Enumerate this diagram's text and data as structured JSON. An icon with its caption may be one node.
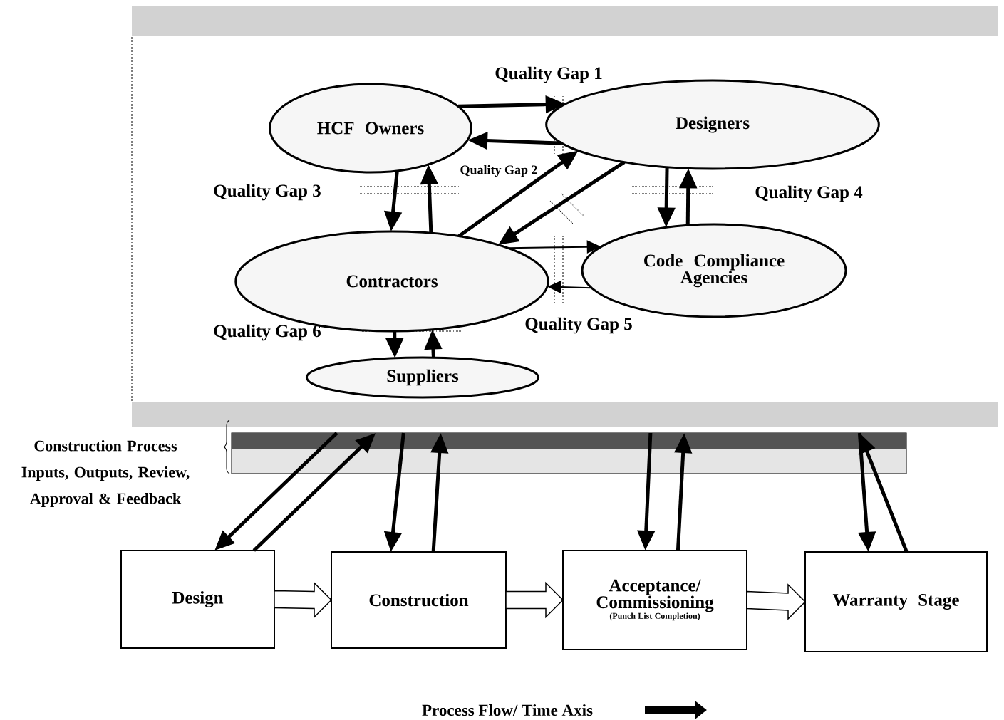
{
  "diagram": {
    "nodes": [
      {
        "text": [
          "HCF Owners"
        ]
      },
      {
        "text": [
          "Designers"
        ]
      },
      {
        "text": [
          "Contractors"
        ]
      },
      {
        "text": [
          "Code Compliance Agencies"
        ]
      },
      {
        "text": [
          "Suppliers"
        ]
      },
      {
        "text": [],
        "shape": "bar",
        "beside": [
          "Construction Process Inputs, Outputs, Review, Approval & Feedback"
        ]
      },
      {
        "text": [
          "Design"
        ]
      },
      {
        "text": [
          "Construction"
        ]
      },
      {
        "text": [
          "Acceptance/ Commissioning",
          "(Punch List Completion)"
        ]
      },
      {
        "text": [
          "Warranty Stage"
        ]
      }
    ],
    "edges": [
      {
        "from": 0,
        "to": 1,
        "arrow": "to"
      },
      {
        "from": 1,
        "to": 0,
        "arrow": "to"
      },
      {
        "from": 0,
        "to": 2,
        "arrow": "to"
      },
      {
        "from": 2,
        "to": 0,
        "arrow": "to"
      },
      {
        "from": 2,
        "to": 1,
        "arrow": "to"
      },
      {
        "from": 1,
        "to": 2,
        "arrow": "to"
      },
      {
        "from": 1,
        "to": 3,
        "arrow": "to"
      },
      {
        "from": 3,
        "to": 1,
        "arrow": "to"
      },
      {
        "from": 2,
        "to": 3,
        "arrow": "to"
      },
      {
        "from": 3,
        "to": 2,
        "arrow": "to"
      },
      {
        "from": 2,
        "to": 4,
        "arrow": "to"
      },
      {
        "from": 4,
        "to": 2,
        "arrow": "to"
      },
      {
        "from": 5,
        "to": 6,
        "arrow": "to"
      },
      {
        "from": 6,
        "to": 5,
        "arrow": "to"
      },
      {
        "from": 5,
        "to": 7,
        "arrow": "to"
      },
      {
        "from": 7,
        "to": 5,
        "arrow": "to"
      },
      {
        "from": 5,
        "to": 8,
        "arrow": "to"
      },
      {
        "from": 8,
        "to": 5,
        "arrow": "to"
      },
      {
        "from": 5,
        "to": 9,
        "arrow": "to"
      },
      {
        "from": 9,
        "to": 5,
        "arrow": "to"
      },
      {
        "from": 6,
        "to": 7,
        "arrow": "to"
      },
      {
        "from": 7,
        "to": 8,
        "arrow": "to"
      },
      {
        "from": 8,
        "to": 9,
        "arrow": "to"
      }
    ],
    "labels": [
      "Quality Gap 1",
      "Quality Gap 2",
      "Quality Gap 3",
      "Quality Gap 4",
      "Quality Gap 5",
      "Quality Gap 6",
      "Process Flow/ Time Axis"
    ]
  }
}
